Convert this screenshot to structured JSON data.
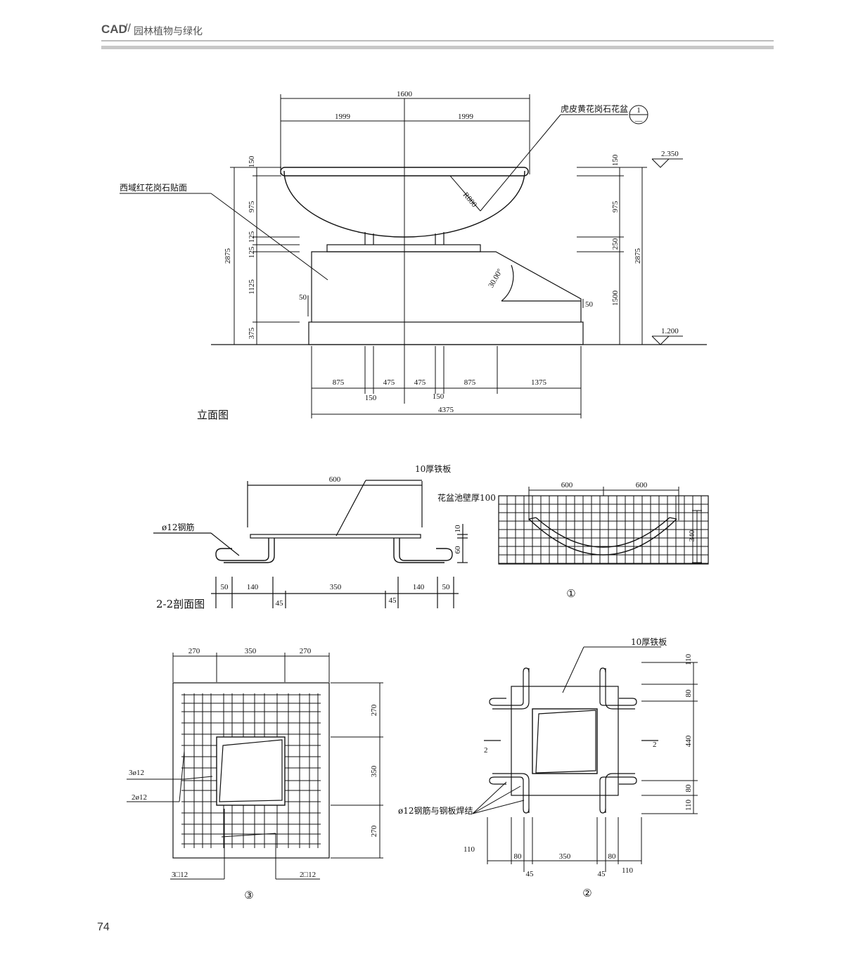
{
  "header": {
    "book": "CAD",
    "separator": "//",
    "chapter": "园林植物与绿化"
  },
  "page_number": "74",
  "elevation": {
    "title": "立面图",
    "top_dims": [
      "1600",
      "1999",
      "1999"
    ],
    "radius": "R800",
    "angle": "30.00°",
    "label_basin": "虎皮黄花岗石花盆",
    "label_facing": "西域红花岗石贴面",
    "detail_ref_top": "1",
    "detail_ref_bottom": "—",
    "left_dims": [
      "150",
      "975",
      "125",
      "125",
      "1125",
      "375"
    ],
    "left_total": "2875",
    "left_small": "50",
    "right_dims": [
      "150",
      "975",
      "250",
      "1500"
    ],
    "right_total": "2875",
    "right_small": "50",
    "elev_top": "2.350",
    "elev_bottom": "1.200",
    "bottom_dims": [
      "875",
      "475",
      "475",
      "875",
      "1375"
    ],
    "bottom_sub": [
      "150",
      "150"
    ],
    "bottom_total": "4375"
  },
  "section22": {
    "title": "2-2剖面图",
    "top_dim": "600",
    "plate_label": "10厚铁板",
    "rebar_label": "ø12钢筋",
    "right_dims": [
      "10",
      "60"
    ],
    "bottom_dims": [
      "50",
      "140",
      "350",
      "140",
      "50"
    ],
    "bottom_sub": [
      "45",
      "45"
    ]
  },
  "detail1": {
    "number": "①",
    "top_dims": [
      "600",
      "600"
    ],
    "wall_label": "花盆池壁厚100",
    "side_dim": "340"
  },
  "detail3": {
    "number": "③",
    "top_dims": [
      "270",
      "350",
      "270"
    ],
    "right_dims": [
      "270",
      "350",
      "270"
    ],
    "labels": [
      "3ø12",
      "2ø12",
      "3□12",
      "2□12"
    ]
  },
  "detail2": {
    "number": "②",
    "plate_label": "10厚铁板",
    "weld_label": "ø12钢筋与钢板焊结",
    "section_mark": "2",
    "right_dims": [
      "110",
      "80",
      "440",
      "80",
      "110"
    ],
    "bottom_dims": [
      "110",
      "80",
      "350",
      "80",
      "110"
    ],
    "bottom_sub": [
      "45",
      "45"
    ]
  }
}
